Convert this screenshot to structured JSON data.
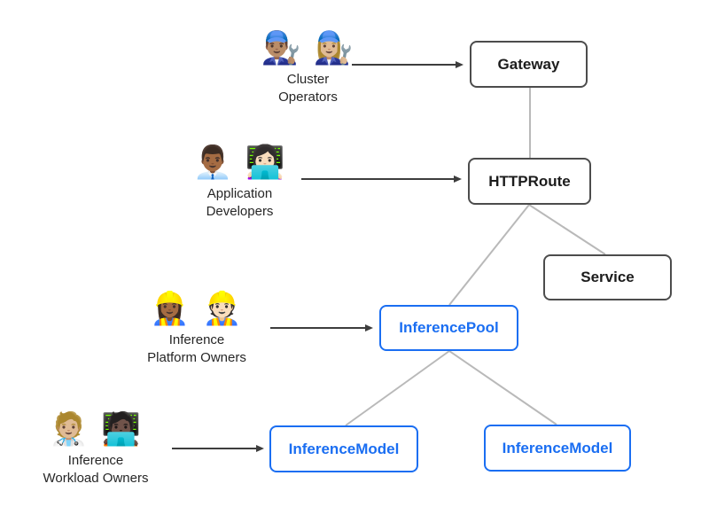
{
  "colors": {
    "background": "#ffffff",
    "dark_box_border": "#4c4c4c",
    "dark_box_text": "#1c1c1c",
    "blue_box": "#1a6ef2",
    "edge_gray": "#b9b9b9",
    "arrow_dark": "#3d3d3d",
    "actor_label_text": "#262626"
  },
  "actors": [
    {
      "id": "cluster-operators",
      "emojis": "👨🏽‍🔧 👩🏼‍🔧",
      "label_line1": "Cluster",
      "label_line2": "Operators"
    },
    {
      "id": "application-developers",
      "emojis": "👨🏾‍💼 👩🏻‍💻",
      "label_line1": "Application",
      "label_line2": "Developers"
    },
    {
      "id": "inference-platform-owners",
      "emojis": "👷🏾‍♀️ 👷🏻",
      "label_line1": "Inference",
      "label_line2": "Platform Owners"
    },
    {
      "id": "inference-workload-owners",
      "emojis": "🧑🏼‍⚕️ 🧑🏿‍💻",
      "label_line1": "Inference",
      "label_line2": "Workload Owners"
    }
  ],
  "nodes": {
    "gateway": {
      "label": "Gateway",
      "style": "dark"
    },
    "httproute": {
      "label": "HTTPRoute",
      "style": "dark"
    },
    "service": {
      "label": "Service",
      "style": "dark"
    },
    "inference_pool": {
      "label": "InferencePool",
      "style": "blue"
    },
    "inference_model_left": {
      "label": "InferenceModel",
      "style": "blue"
    },
    "inference_model_right": {
      "label": "InferenceModel",
      "style": "blue"
    }
  },
  "edges": [
    {
      "from": "gateway",
      "to": "httproute"
    },
    {
      "from": "httproute",
      "to": "service"
    },
    {
      "from": "httproute",
      "to": "inference_pool"
    },
    {
      "from": "inference_pool",
      "to": "inference_model_left"
    },
    {
      "from": "inference_pool",
      "to": "inference_model_right"
    }
  ],
  "actor_arrows": [
    {
      "from": "cluster-operators",
      "to": "gateway"
    },
    {
      "from": "application-developers",
      "to": "httproute"
    },
    {
      "from": "inference-platform-owners",
      "to": "inference_pool"
    },
    {
      "from": "inference-workload-owners",
      "to": "inference_model_left"
    }
  ]
}
